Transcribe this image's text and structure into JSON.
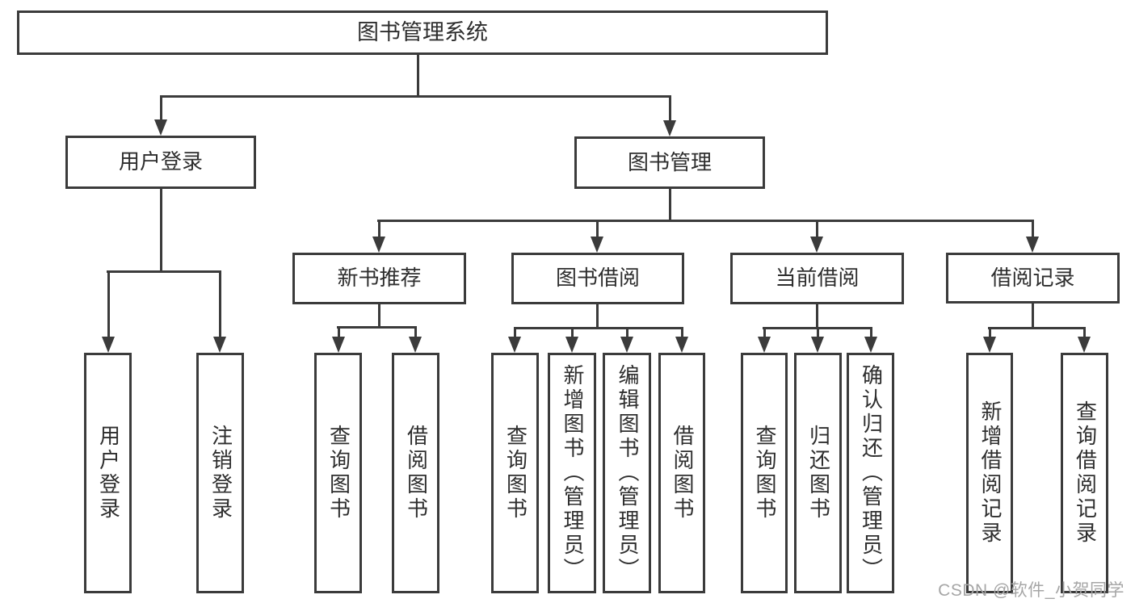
{
  "tree": {
    "label": "图书管理系统",
    "children": [
      {
        "label": "用户登录",
        "children": [
          {
            "label": "用户登录"
          },
          {
            "label": "注销登录"
          }
        ]
      },
      {
        "label": "图书管理",
        "children": [
          {
            "label": "新书推荐",
            "children": [
              {
                "label": "查询图书"
              },
              {
                "label": "借阅图书"
              }
            ]
          },
          {
            "label": "图书借阅",
            "children": [
              {
                "label": "查询图书"
              },
              {
                "label": "新增图书（管理员）"
              },
              {
                "label": "编辑图书（管理员）"
              },
              {
                "label": "借阅图书"
              }
            ]
          },
          {
            "label": "当前借阅",
            "children": [
              {
                "label": "查询图书"
              },
              {
                "label": "归还图书"
              },
              {
                "label": "确认归还（管理员）"
              }
            ]
          },
          {
            "label": "借阅记录",
            "children": [
              {
                "label": "新增借阅记录"
              },
              {
                "label": "查询借阅记录"
              }
            ]
          }
        ]
      }
    ]
  },
  "watermark": {
    "text": "CSDN @软件_小贺同学"
  },
  "colors": {
    "line": "#3b3b3b",
    "text": "#2e2e2e",
    "watermark": "#a6a6a6",
    "background": "#ffffff"
  }
}
